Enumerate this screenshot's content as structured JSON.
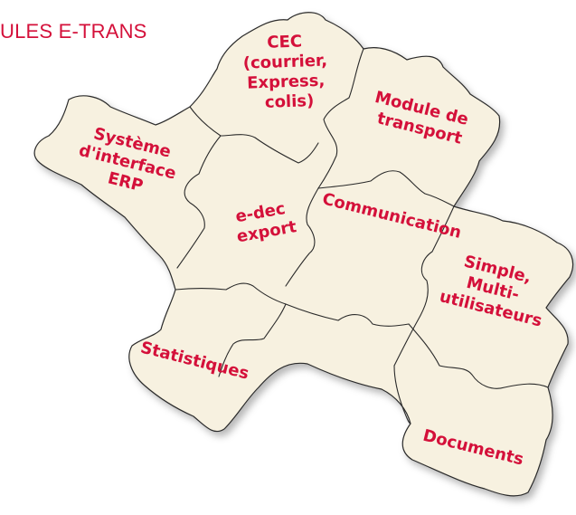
{
  "title": "ULES E-TRANS",
  "colors": {
    "accent": "#d4103a",
    "piece_fill": "#f7f1e0",
    "piece_stroke": "#2a2a2a"
  },
  "pieces": {
    "cec": [
      "CEC",
      "(courrier,",
      "Express,",
      "colis)"
    ],
    "transport": [
      "Module de",
      "transport"
    ],
    "erp": [
      "Système",
      "d'interface",
      "ERP"
    ],
    "edec": [
      "e-dec",
      "export"
    ],
    "communication": [
      "Communication"
    ],
    "simple": [
      "Simple,",
      "Multi-",
      "utilisateurs"
    ],
    "statistiques": [
      "Statistiques"
    ],
    "documents": [
      "Documents"
    ]
  }
}
